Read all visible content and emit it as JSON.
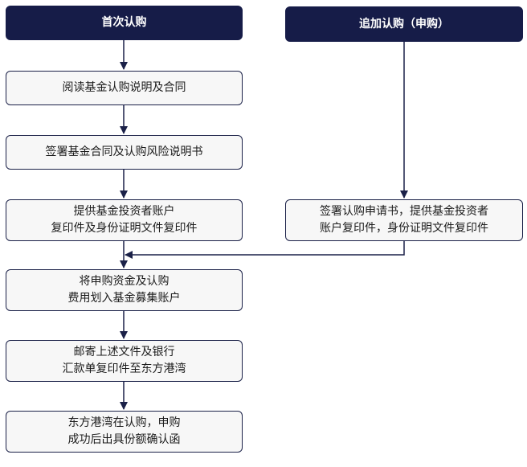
{
  "left_column": {
    "header": "首次认购",
    "steps": [
      {
        "lines": [
          "阅读基金认购说明及合同"
        ]
      },
      {
        "lines": [
          "签署基金合同及认购风险说明书"
        ]
      },
      {
        "lines": [
          "提供基金投资者账户",
          "复印件及身份证明文件复印件"
        ]
      },
      {
        "lines": [
          "将申购资金及认购",
          "费用划入基金募集账户"
        ]
      },
      {
        "lines": [
          "邮寄上述文件及银行",
          "汇款单复印件至东方港湾"
        ]
      },
      {
        "lines": [
          "东方港湾在认购，申购",
          "成功后出具份额确认函"
        ]
      }
    ]
  },
  "right_column": {
    "header": "追加认购（申购）",
    "steps": [
      {
        "lines": [
          "签署认购申请书，提供基金投资者",
          "账户复印件，身份证明文件复印件"
        ]
      }
    ]
  },
  "colors": {
    "header_fill": "#161c48",
    "box_fill": "#f7f7f7",
    "border": "#1b2148",
    "arrow": "#1b2148"
  }
}
